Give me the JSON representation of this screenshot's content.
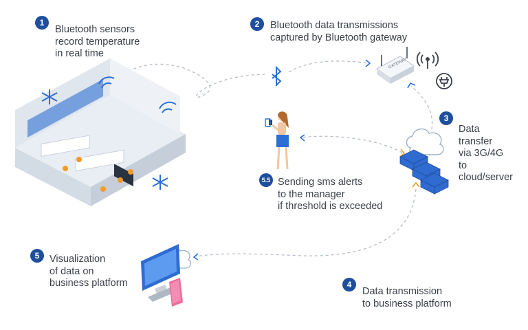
{
  "steps": [
    {
      "badge": "1",
      "text": "Bluetooth sensors\nrecord temperature\nin real time"
    },
    {
      "badge": "2",
      "text": "Bluetooth data transmissions\ncaptured by Bluetooth gateway"
    },
    {
      "badge": "3",
      "text": "Data\ntransfer\nvia 3G/4G\nto\ncloud/server"
    },
    {
      "badge": "5.5",
      "text": "Sending sms alerts\nto the manager\nif threshold is exceeded"
    },
    {
      "badge": "5",
      "text": "Visualization\nof data on\nbusiness platform"
    },
    {
      "badge": "4",
      "text": "Data transmission\nto business platform"
    }
  ],
  "gateway_label": "GATEWAY",
  "colors": {
    "badge": "#1f4f9c",
    "accent_blue": "#2a6fd6",
    "orange": "#f39a2a",
    "snow": "#2a6fd6",
    "dash": "#a9b3bf"
  }
}
